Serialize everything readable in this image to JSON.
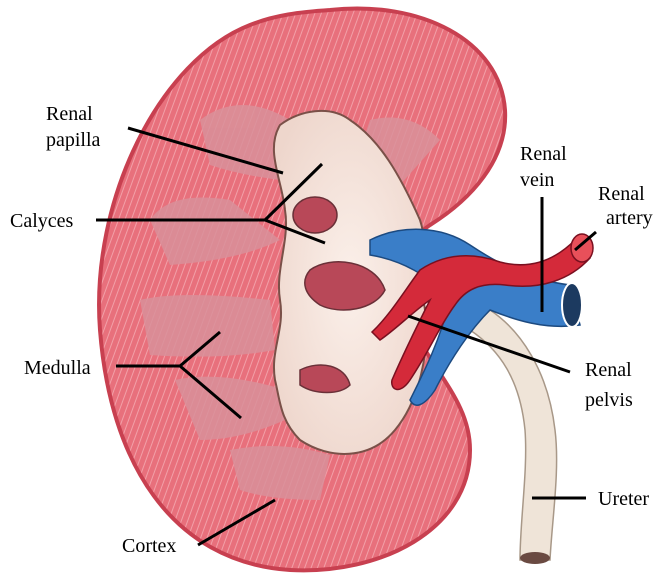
{
  "labels": {
    "renal_papilla": [
      "Renal",
      "papilla"
    ],
    "calyces": "Calyces",
    "medulla": "Medulla",
    "cortex": "Cortex",
    "renal_vein": [
      "Renal",
      "vein"
    ],
    "renal_artery": [
      "Renal",
      "artery"
    ],
    "renal_pelvis": [
      "Renal",
      "pelvis"
    ],
    "ureter": "Ureter"
  },
  "colors": {
    "cortex": "#e8707c",
    "cortex_stripe": "#f2a0a8",
    "capsule": "#c84050",
    "medulla": "#d9909a",
    "sinus": "#f4e4dc",
    "calyx_dark": "#b84858",
    "artery": "#d42a3a",
    "vein": "#3a7ec8",
    "ureter": "#efe4d8",
    "leader_line": "#000000"
  }
}
